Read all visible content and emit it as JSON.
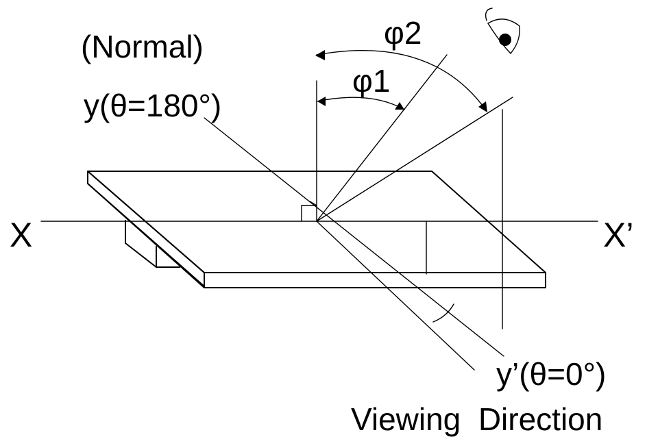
{
  "labels": {
    "normal": "(Normal)",
    "y_axis": "y(θ=180°)",
    "x_left": "X",
    "x_right": "X’",
    "y_prime": "y’(θ=0°)",
    "viewing_direction": "Viewing  Direction",
    "phi1": "φ1",
    "phi2": "φ2"
  },
  "icons": {
    "eye": "eye-icon"
  }
}
